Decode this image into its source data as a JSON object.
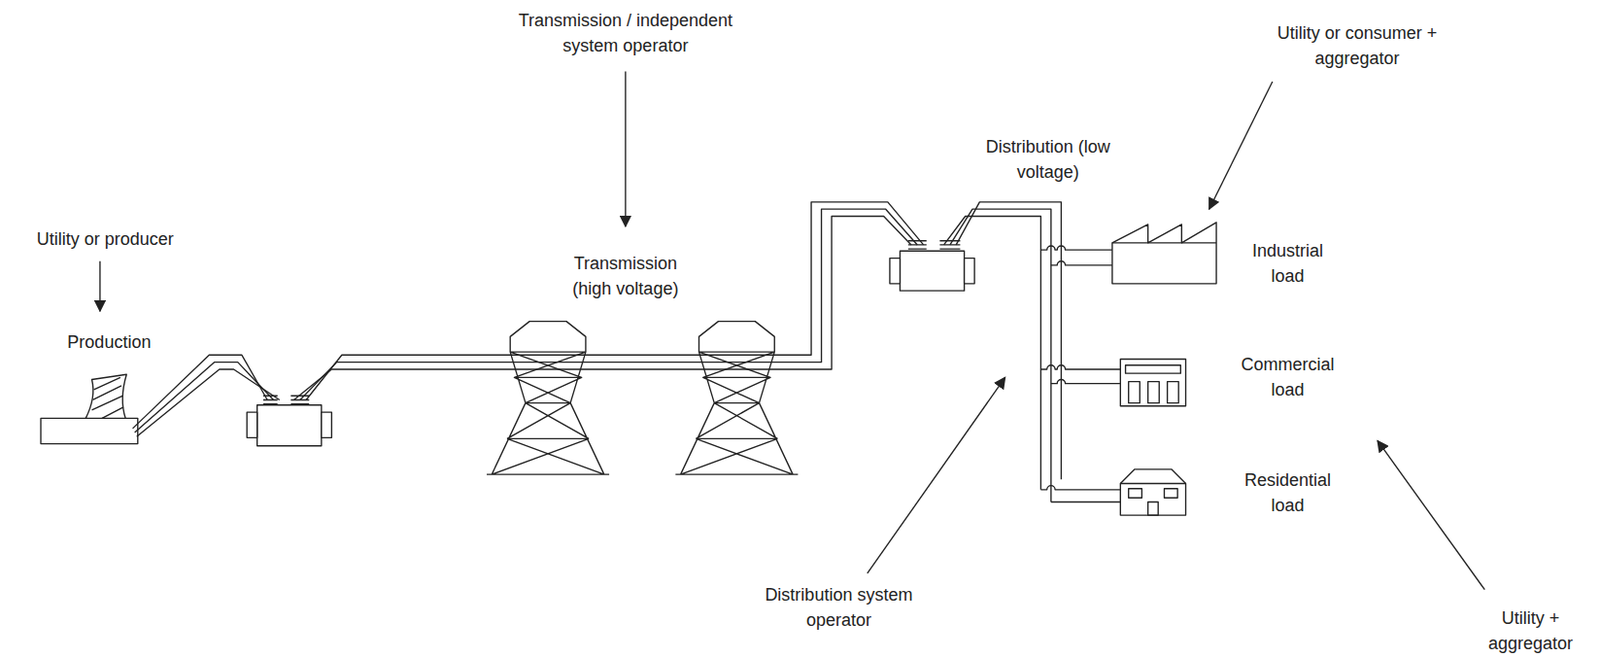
{
  "diagram": {
    "labels": [
      "Transmission / independent system operator",
      "Utility or consumer + aggregator",
      "Utility or producer",
      "Production",
      "Transmission (high voltage)",
      "Distribution (low voltage)",
      "Industrial load",
      "Commercial load",
      "Residential load",
      "Distribution system operator",
      "Utility + aggregator"
    ]
  }
}
